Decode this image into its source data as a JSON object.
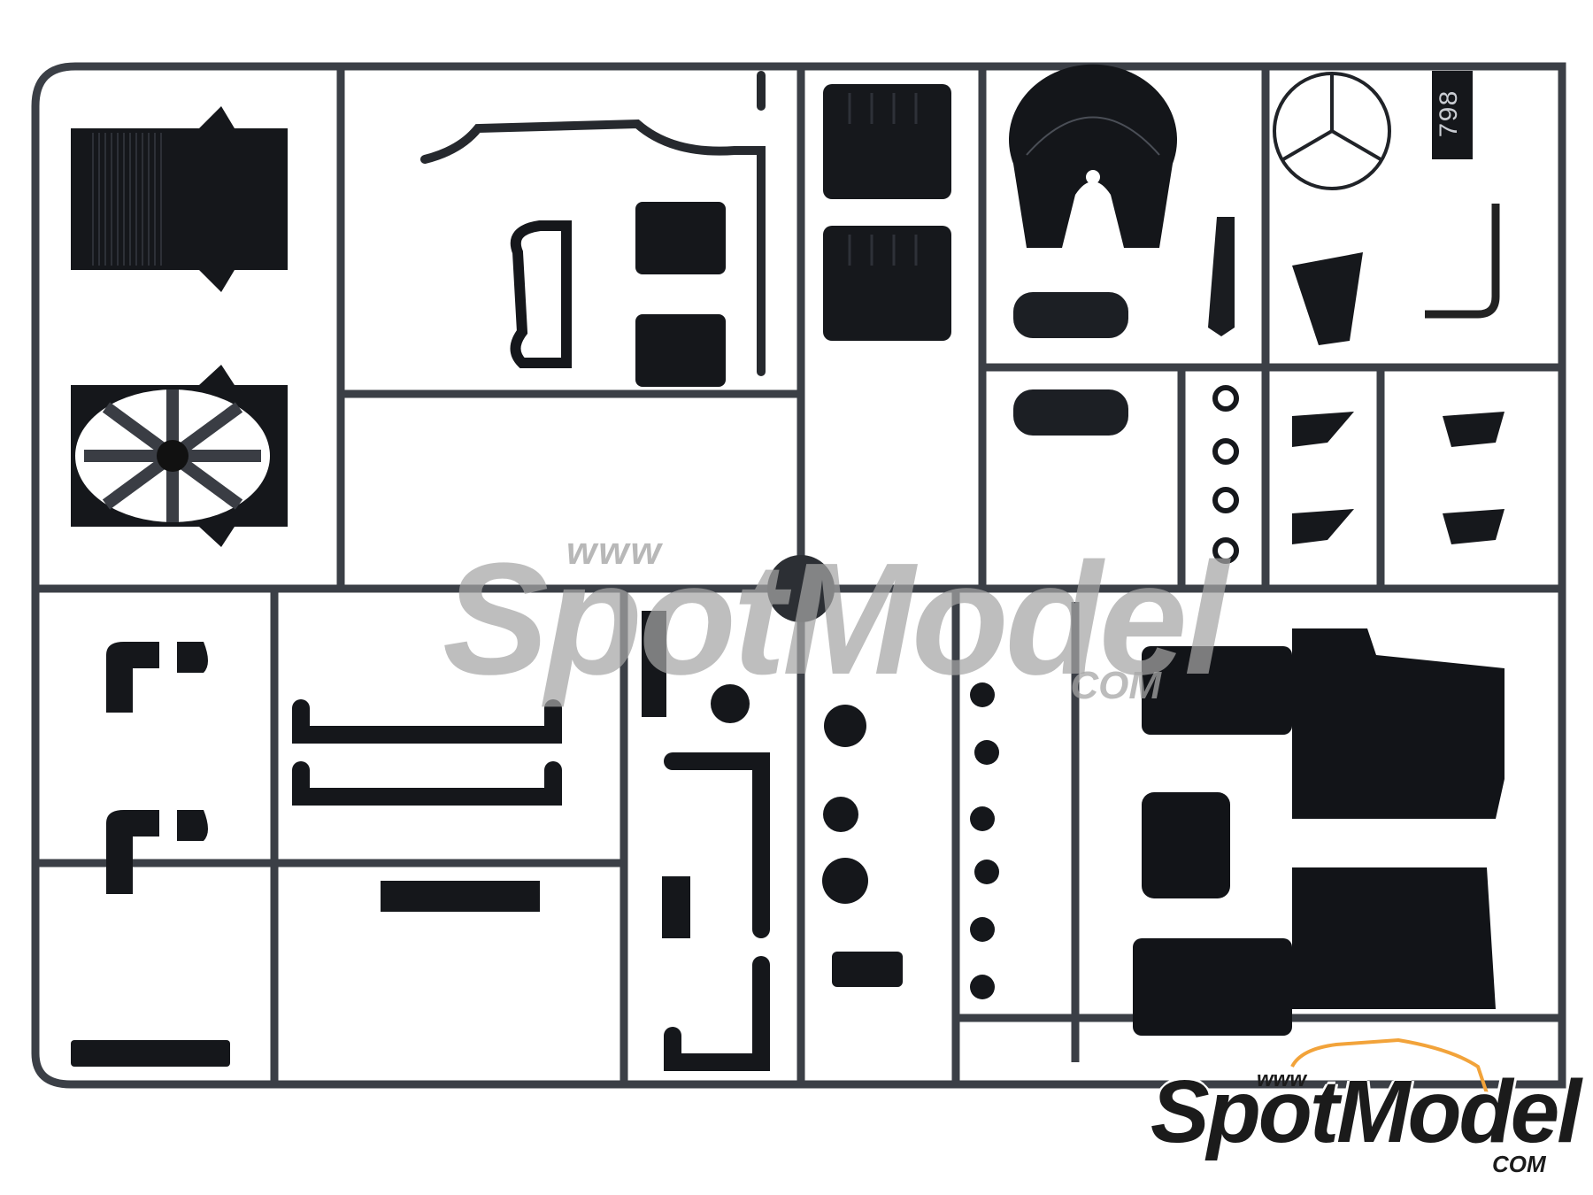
{
  "image": {
    "subject": "Plastic model kit sprue with black engine and chassis parts",
    "background_color": "#ffffff",
    "runner_color": "#3a3e45",
    "part_color": "#14161a"
  },
  "sprue_tag": {
    "text": "798"
  },
  "watermark_center": {
    "www": "www",
    "brand": "SpotModel",
    "com": "COM"
  },
  "watermark_corner": {
    "www": "www",
    "brand": "SpotModel",
    "com": "COM",
    "accent_color": "#f2a33a"
  }
}
